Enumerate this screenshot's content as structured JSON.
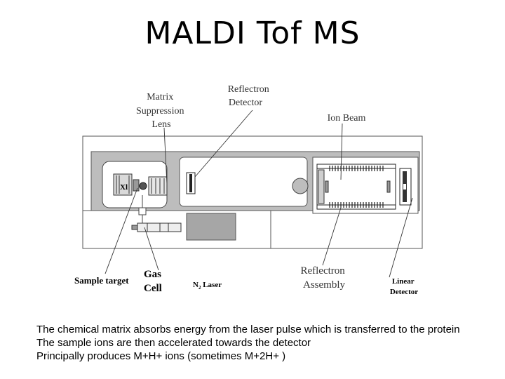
{
  "title": "MALDI Tof MS",
  "labels": {
    "matrix_suppression_lens": [
      "Matrix",
      "Suppression",
      "Lens"
    ],
    "reflectron_detector": [
      "Reflectron",
      "Detector"
    ],
    "ion_beam": "Ion Beam",
    "sample_target": "Sample target",
    "gas_cell": [
      "Gas",
      "Cell"
    ],
    "n2_laser": "N",
    "n2_laser_sub": "2",
    "n2_laser_rest": " Laser",
    "reflectron_assembly": [
      "Reflectron",
      "Assembly"
    ],
    "linear_detector": [
      "Linear",
      "Detector"
    ],
    "xl": "Xl"
  },
  "caption": [
    "The chemical matrix absorbs energy from the laser pulse which is transferred to the protein",
    "The sample ions are then accelerated towards the detector",
    "Principally produces M+H+  ions (sometimes M+2H+ )"
  ]
}
